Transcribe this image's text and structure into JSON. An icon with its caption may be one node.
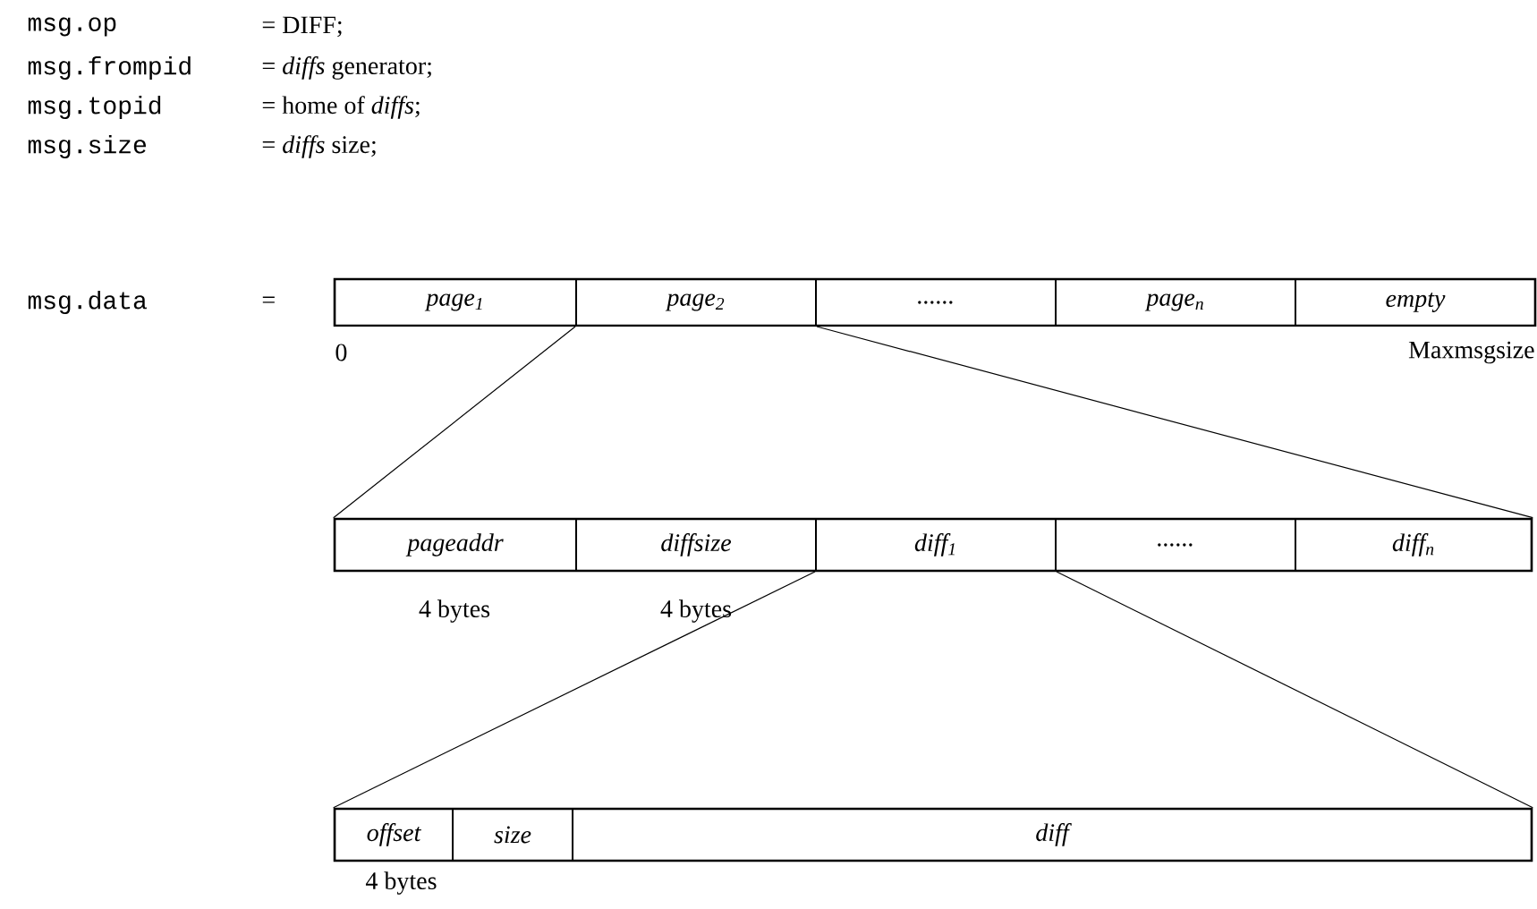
{
  "diagram": {
    "nodes": [
      {
        "text": [],
        "shape": "bar"
      },
      {
        "text": [
          "page$_{1}$"
        ],
        "in": 0
      },
      {
        "text": [
          "page$_{2}$"
        ],
        "in": 0
      },
      {
        "text": [
          "......"
        ],
        "in": 0
      },
      {
        "text": [
          "page$_{n}$"
        ],
        "in": 0
      },
      {
        "text": [
          "empty"
        ],
        "in": 0
      },
      {
        "text": [],
        "shape": "bar"
      },
      {
        "text": [
          "pageaddr"
        ],
        "in": 6,
        "beside": [
          "4 bytes"
        ]
      },
      {
        "text": [
          "diffsize"
        ],
        "in": 6,
        "beside": [
          "4 bytes"
        ]
      },
      {
        "text": [
          "diff$_{1}$"
        ],
        "in": 6
      },
      {
        "text": [
          "......"
        ],
        "in": 6
      },
      {
        "text": [
          "diff$_{n}$"
        ],
        "in": 6
      },
      {
        "text": [],
        "shape": "bar"
      },
      {
        "text": [
          "offset"
        ],
        "in": 12,
        "beside": [
          "4 bytes"
        ]
      },
      {
        "text": [
          "size"
        ],
        "in": 12
      },
      {
        "text": [
          "diff"
        ],
        "in": 12
      }
    ],
    "edges": [
      {
        "from": 2,
        "to": 6,
        "arrow": "none"
      },
      {
        "from": 2,
        "to": 6,
        "arrow": "none"
      },
      {
        "from": 9,
        "to": 12,
        "arrow": "none"
      },
      {
        "from": 9,
        "to": 12,
        "arrow": "none"
      }
    ],
    "labels": [
      "msg.op",
      "= DIFF;",
      "msg.frompid",
      "= *diffs* generator;",
      "msg.topid",
      "= home of *diffs*;",
      "msg.size",
      "= *diffs* size;",
      "msg.data",
      "=",
      "0",
      "Maxmsgsize"
    ]
  }
}
